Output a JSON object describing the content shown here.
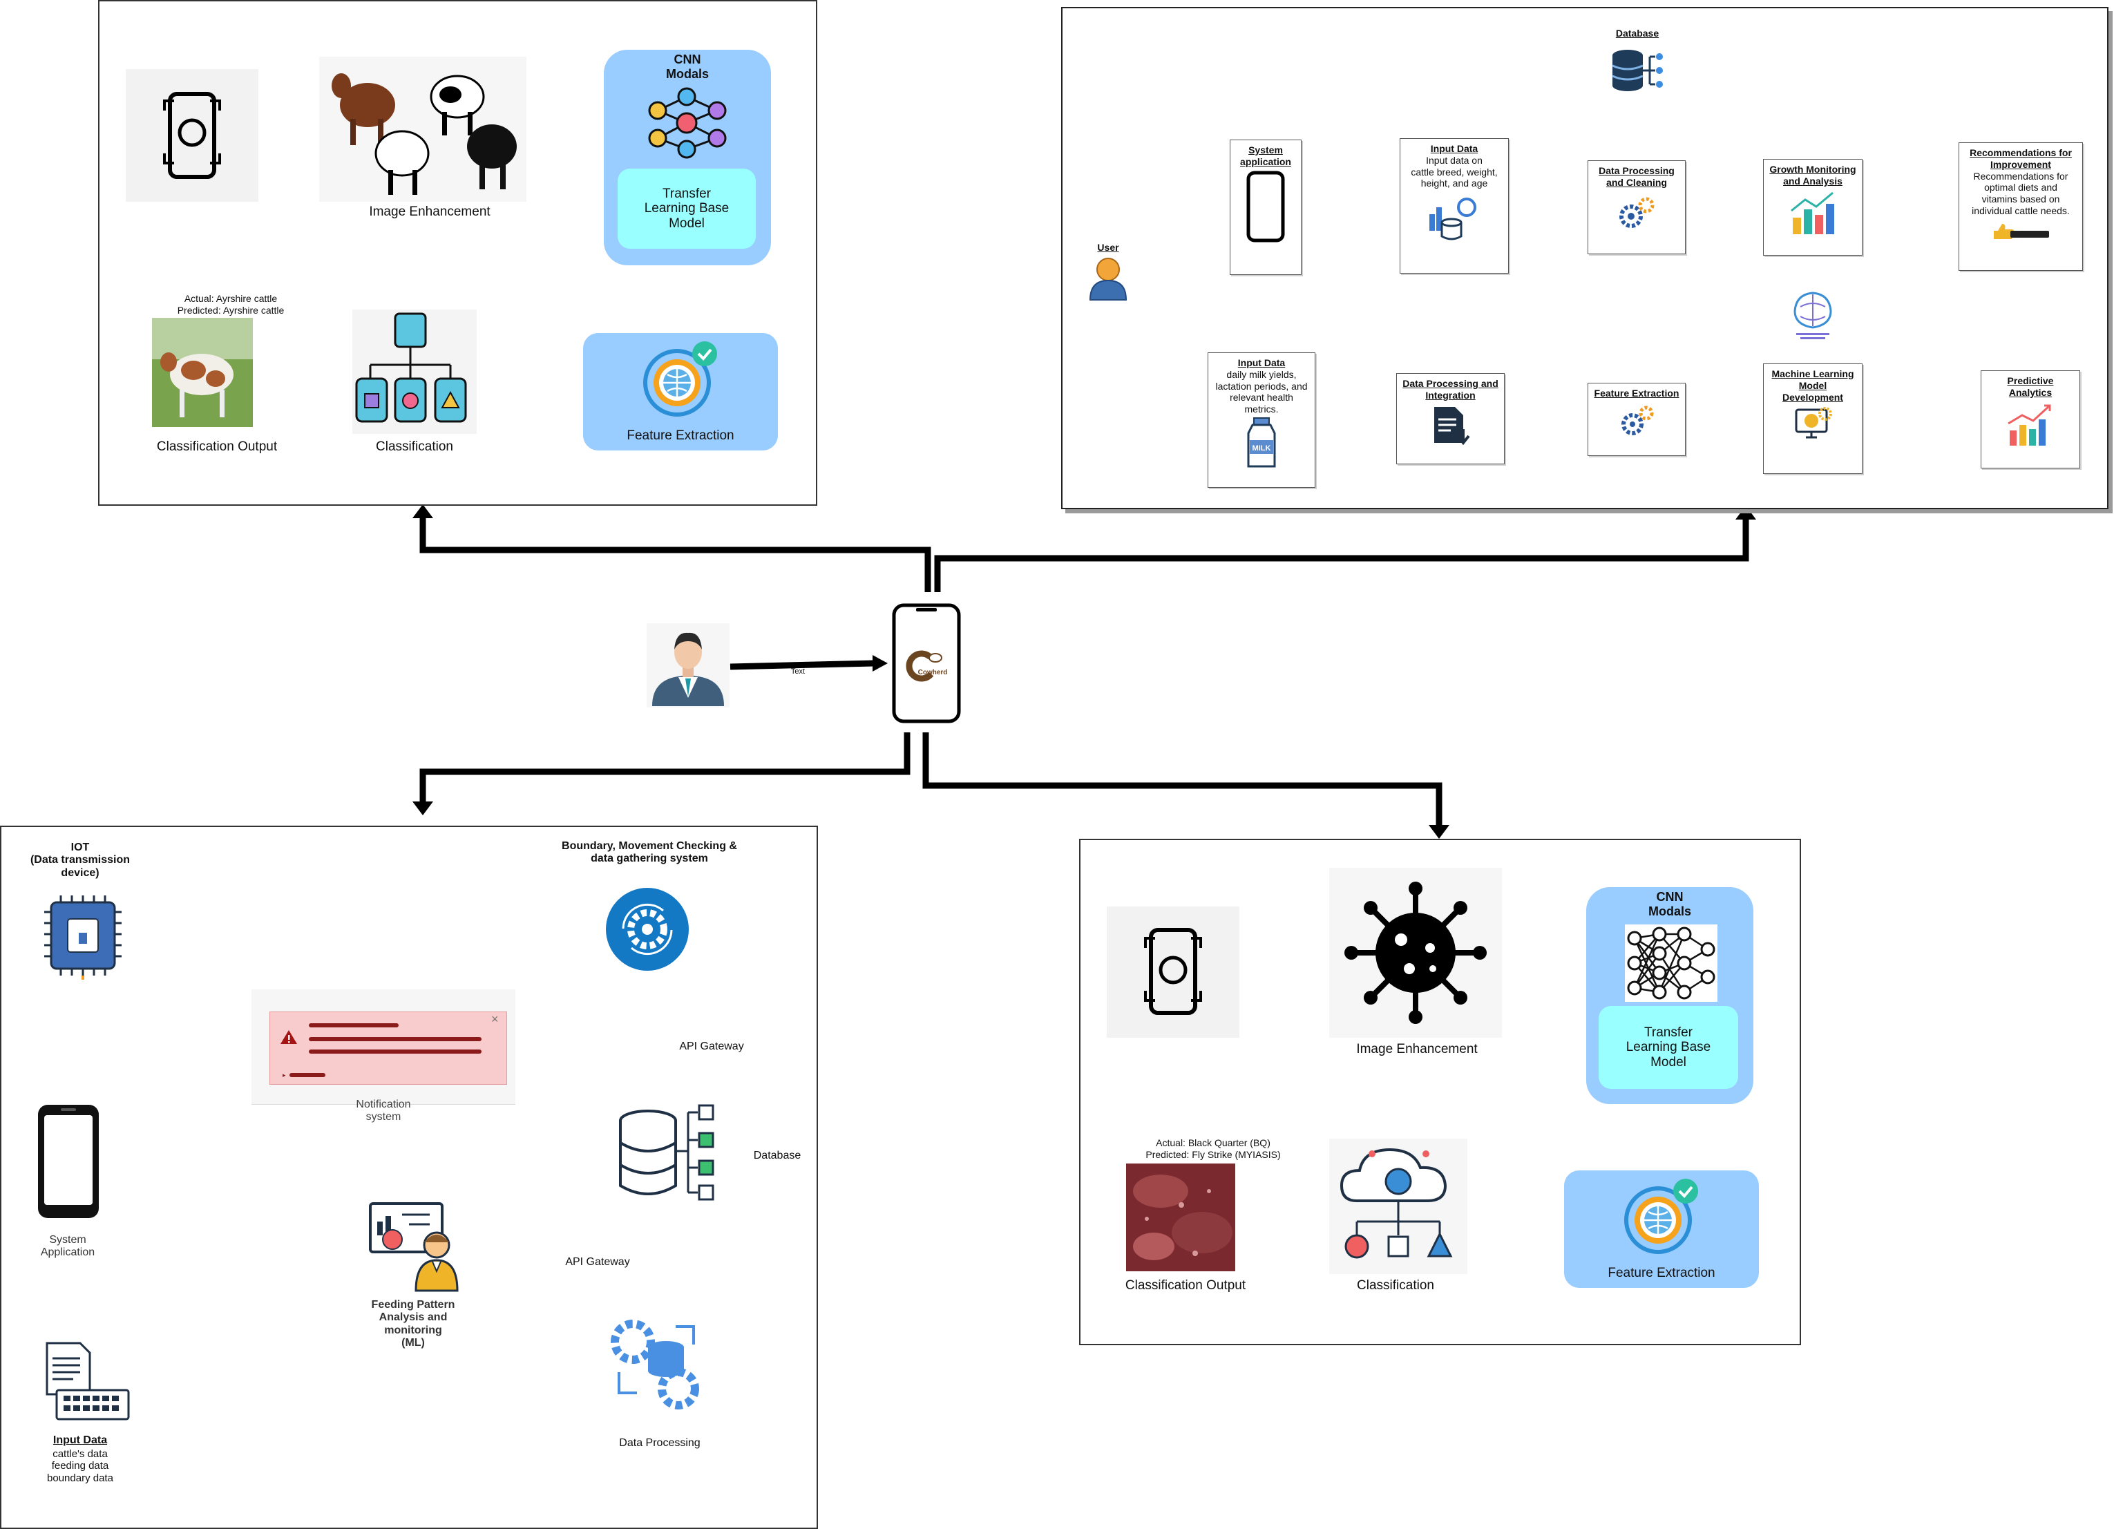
{
  "panel_tl": {
    "image_enhancement": "Image Enhancement",
    "cnn": "CNN\nModals",
    "transfer": "Transfer\nLearning Base\nModel",
    "feature_extraction": "Feature Extraction",
    "classification": "Classification",
    "classification_output": "Classification Output",
    "actual": "Actual: Ayrshire cattle",
    "predicted": "Predicted: Ayrshire cattle"
  },
  "panel_tr": {
    "database": "Database",
    "user": "User",
    "system_application": "System\napplication",
    "input_data_1_title": "Input Data",
    "input_data_1_desc": "Input data on\ncattle breed, weight,\nheight, and age",
    "data_processing_cleaning": "Data Processing\nand Cleaning",
    "growth_monitoring": "Growth Monitoring\nand Analysis",
    "recommendations_title": "Recommendations for\nImprovement",
    "recommendations_desc": "Recommendations for\noptimal diets and\nvitamins based on\nindividual cattle needs.",
    "input_data_2_title": "Input Data",
    "input_data_2_desc": "daily milk yields,\nlactation periods, and\nrelevant health\nmetrics.",
    "data_processing_integration": "Data Processing and\nIntegration",
    "feature_extraction": "Feature Extraction",
    "ml_development": "Machine Learning\nModel\nDevelopment",
    "predictive_analytics": "Predictive\nAnalytics",
    "milk_label": "MILK"
  },
  "center": {
    "text_label": "Text",
    "app_name": "Cowherd"
  },
  "panel_bl": {
    "iot": "IOT\n(Data transmission\ndevice)",
    "boundary": "Boundary, Movement Checking &\ndata gathering  system",
    "api_gateway_1": "API Gateway",
    "notification": "Notification\nsystem",
    "database": "Database",
    "system_application": "System\nApplication",
    "feeding": "Feeding Pattern\nAnalysis and\nmonitoring\n(ML)",
    "api_gateway_2": "API Gateway",
    "input_data_title": "Input Data",
    "input_data_desc": "cattle's data\nfeeding data\nboundary data",
    "data_processing": "Data Processing"
  },
  "panel_br": {
    "cnn": "CNN\nModals",
    "transfer": "Transfer\nLearning Base\nModel",
    "image_enhancement": "Image Enhancement",
    "feature_extraction": "Feature Extraction",
    "classification": "Classification",
    "classification_output": "Classification Output",
    "actual": "Actual: Black Quarter (BQ)",
    "predicted": "Predicted: Fly Strike (MYIASIS)"
  },
  "colors": {
    "cnn_bg": "#99ccff",
    "transfer_bg": "#99ffff",
    "notification_bg": "#f8cccc",
    "notification_bar": "#8b1a1a",
    "gear_blue": "#1479c4"
  }
}
